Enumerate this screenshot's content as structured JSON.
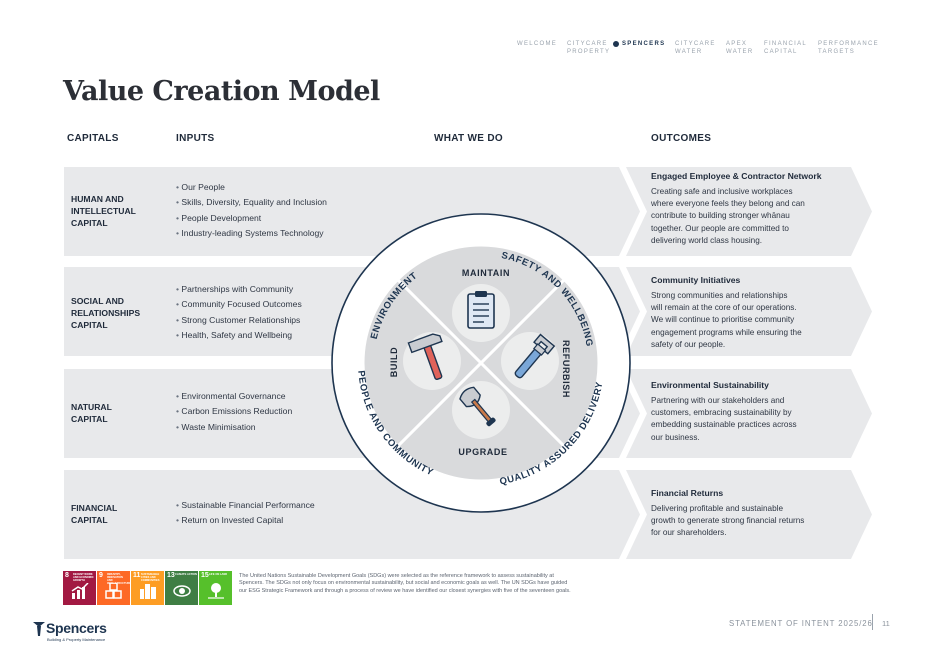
{
  "nav": {
    "items": [
      {
        "label": "WELCOME"
      },
      {
        "label": "CITYCARE PROPERTY"
      },
      {
        "label": "SPENCERS"
      },
      {
        "label": "CITYCARE WATER"
      },
      {
        "label": "APEX WATER"
      },
      {
        "label": "FINANCIAL CAPITAL"
      },
      {
        "label": "PERFORMANCE TARGETS"
      }
    ],
    "active": "SPENCERS"
  },
  "title": "Value Creation Model",
  "columns": {
    "capitals": "CAPITALS",
    "inputs": "INPUTS",
    "what_we_do": "WHAT WE DO",
    "outcomes": "OUTCOMES"
  },
  "rows": [
    {
      "capital_lines": [
        "HUMAN AND",
        "INTELLECTUAL",
        "CAPITAL"
      ],
      "inputs": [
        "Our People",
        "Skills, Diversity, Equality and Inclusion",
        "People Development",
        "Industry-leading Systems Technology"
      ],
      "outcome_title": "Engaged Employee & Contractor Network",
      "outcome_lines": [
        "Creating safe and inclusive workplaces",
        "where everyone feels they belong and can",
        "contribute to building stronger whānau",
        "together. Our people are committed to",
        "delivering world class housing."
      ]
    },
    {
      "capital_lines": [
        "SOCIAL AND",
        "RELATIONSHIPS",
        "CAPITAL"
      ],
      "inputs": [
        "Partnerships with Community",
        "Community Focused Outcomes",
        "Strong Customer Relationships",
        "Health, Safety and Wellbeing"
      ],
      "outcome_title": "Community Initiatives",
      "outcome_lines": [
        "Strong communities and relationships",
        "will remain at the core of our operations.",
        "We will continue to prioritise community",
        "engagement programs while ensuring the",
        "safety of our people."
      ]
    },
    {
      "capital_lines": [
        "NATURAL",
        "CAPITAL"
      ],
      "inputs": [
        "Environmental Governance",
        "Carbon Emissions Reduction",
        "Waste Minimisation"
      ],
      "outcome_title": "Environmental Sustainability",
      "outcome_lines": [
        "Partnering with our stakeholders and",
        "customers, embracing sustainability by",
        "embedding sustainable practices across",
        "our business."
      ]
    },
    {
      "capital_lines": [
        "FINANCIAL",
        "CAPITAL"
      ],
      "inputs": [
        "Sustainable Financial Performance",
        "Return on Invested Capital"
      ],
      "outcome_title": "Financial Returns",
      "outcome_lines": [
        "Delivering profitable and sustainable",
        "growth to generate strong financial returns",
        "for our shareholders."
      ]
    }
  ],
  "wheel": {
    "ring_labels": [
      "ENVIRONMENT",
      "SAFETY AND WELLBEING",
      "PEOPLE AND COMMUNITY",
      "QUALITY ASSURED DELIVERY"
    ],
    "quadrants": [
      "MAINTAIN",
      "REFURBISH",
      "UPGRADE",
      "BUILD"
    ],
    "icons": [
      "clipboard-icon",
      "wrench-icon",
      "shovel-icon",
      "hammer-icon"
    ]
  },
  "sdgs": [
    {
      "number": "8",
      "label": "DECENT WORK AND ECONOMIC GROWTH",
      "color": "#a21942",
      "icon": "chart-up-icon"
    },
    {
      "number": "9",
      "label": "INDUSTRY, INNOVATION AND INFRASTRUCTURE",
      "color": "#fd6925",
      "icon": "cubes-icon"
    },
    {
      "number": "11",
      "label": "SUSTAINABLE CITIES AND COMMUNITIES",
      "color": "#fd9d24",
      "icon": "city-icon"
    },
    {
      "number": "13",
      "label": "CLIMATE ACTION",
      "color": "#3f7e44",
      "icon": "eye-globe-icon"
    },
    {
      "number": "15",
      "label": "LIFE ON LAND",
      "color": "#56c02b",
      "icon": "tree-icon"
    }
  ],
  "sdg_note": "The United Nations Sustainable Development Goals (SDGs) were selected as the reference framework to assess sustainability at Spencers. The SDGs not only focus on environmental sustainability, but social and economic goals as well. The UN SDGs have guided our ESG Strategic Framework and through a process of review we have identified our closest synergies with five of the seventeen goals.",
  "logo": {
    "name": "Spencers",
    "tagline": "Building & Property Maintenance"
  },
  "footer": {
    "text": "STATEMENT OF INTENT 2025/26",
    "page": "11"
  },
  "colors": {
    "band": "#e8e9eb",
    "navy": "#1e3550",
    "wheel_quad": "#d9dadc",
    "wheel_ring": "#ffffff"
  }
}
